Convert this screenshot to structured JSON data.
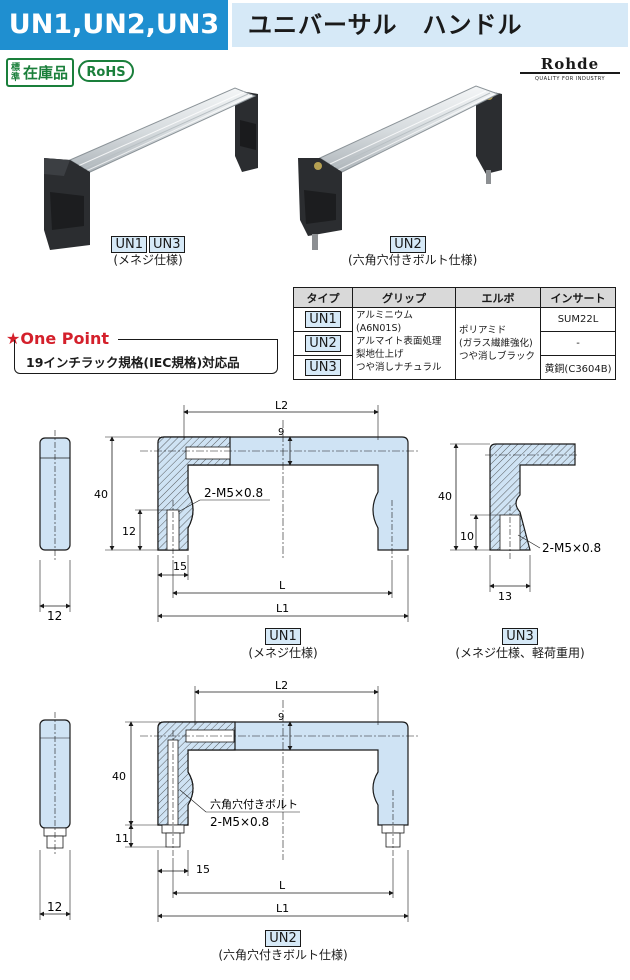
{
  "header": {
    "model": "UN1,UN2,UN3",
    "title": "ユニバーサル　ハンドル"
  },
  "badges": {
    "stock_small": "標準",
    "stock_big": "在庫品",
    "rohs": "RoHS"
  },
  "brand": {
    "name": "Rohde",
    "tagline": "QUALITY FOR INDUSTRY"
  },
  "photos": {
    "left": {
      "labels": [
        "UN1",
        "UN3"
      ],
      "caption": "(メネジ仕様)"
    },
    "right": {
      "labels": [
        "UN2"
      ],
      "caption": "(六角穴付きボルト仕様)"
    }
  },
  "spec_table": {
    "headers": [
      "タイプ",
      "グリップ",
      "エルボ",
      "インサート"
    ],
    "types": [
      "UN1",
      "UN2",
      "UN3"
    ],
    "grip_lines": [
      "アルミニウム(A6N01S)",
      "アルマイト表面処理",
      "梨地仕上げ",
      "つや消しナチュラル"
    ],
    "elbow_lines": [
      "ポリアミド",
      "(ガラス繊維強化)",
      "つや消しブラック"
    ],
    "insert": [
      "SUM22L",
      "-",
      "黄銅(C3604B)"
    ]
  },
  "one_point": {
    "title": "★One Point",
    "text": "19インチラック規格(IEC規格)対応品"
  },
  "drawing_top": {
    "dims": {
      "L2": "L2",
      "nine": "9",
      "forty": "40",
      "twelve": "12",
      "fifteen": "15",
      "L": "L",
      "L1": "L1",
      "thread": "2-M5×0.8",
      "side_width": "12"
    },
    "un1_label": "UN1",
    "un1_caption": "(メネジ仕様)",
    "un3_dims": {
      "forty": "40",
      "ten": "10",
      "thread": "2-M5×0.8",
      "thirteen": "13"
    },
    "un3_label": "UN3",
    "un3_caption": "(メネジ仕様、軽荷重用)"
  },
  "drawing_bottom": {
    "dims": {
      "L2": "L2",
      "nine": "9",
      "forty": "40",
      "eleven": "11",
      "fifteen": "15",
      "L": "L",
      "L1": "L1",
      "bolt_label": "六角穴付きボルト",
      "thread": "2-M5×0.8",
      "side_width": "12"
    },
    "un2_label": "UN2",
    "un2_caption": "(六角穴付きボルト仕様)"
  },
  "colors": {
    "header_blue": "#1f8fd0",
    "header_light": "#d6e9f7",
    "drawing_fill": "#cfe3f4",
    "green": "#1a7f3b",
    "red": "#d4202b"
  }
}
